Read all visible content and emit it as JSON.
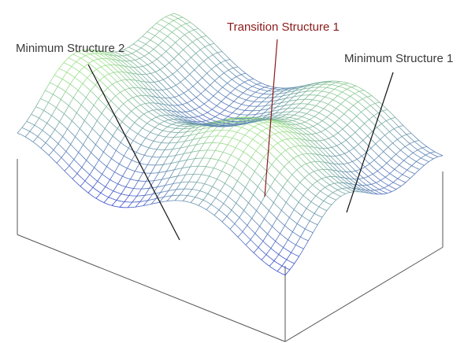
{
  "labels": {
    "minimum_structure_2": "Minimum Structure 2",
    "transition_structure_1": "Transition Structure 1",
    "minimum_structure_1": "Minimum Structure 1"
  },
  "colors": {
    "minimum_label": "#3a3a3a",
    "transition_label": "#8b1a1a",
    "mesh_low": "#2b3ad8",
    "mesh_high": "#9ee08c",
    "box_edges": "#555555",
    "pointer_line_minimum": "#111111",
    "pointer_line_transition": "#8b1a1a"
  }
}
